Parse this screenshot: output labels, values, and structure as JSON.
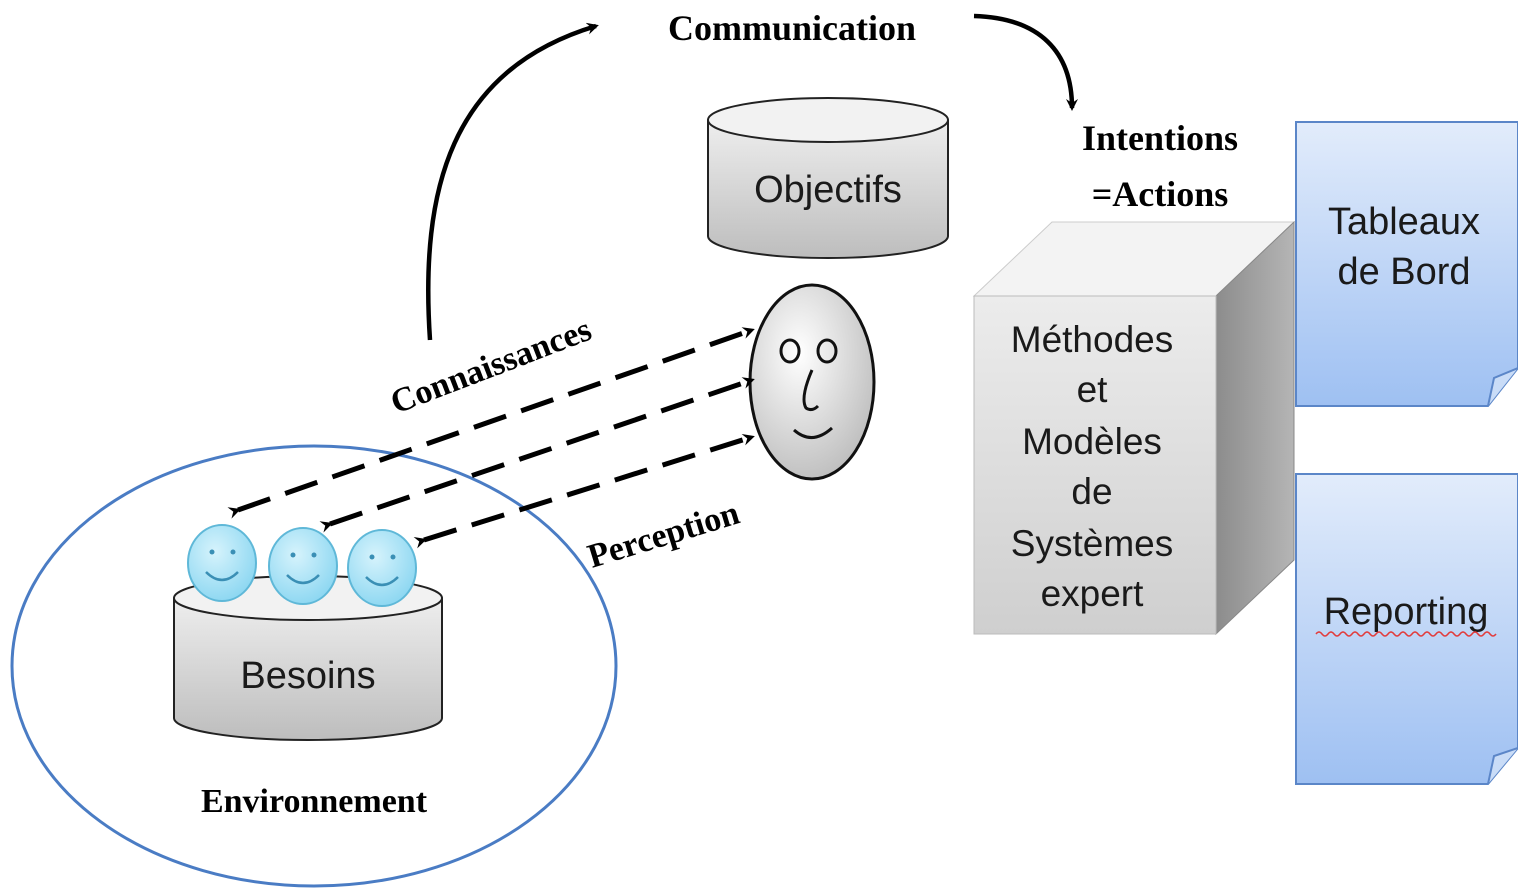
{
  "labels": {
    "communication": "Communication",
    "intentions_line1": "Intentions",
    "intentions_line2": "=Actions",
    "objectifs": "Objectifs",
    "connaissances": "Connaissances",
    "perception": "Perception",
    "besoins": "Besoins",
    "environnement": "Environnement",
    "tableaux_line1": "Tableaux",
    "tableaux_line2": "de Bord",
    "reporting": "Reporting",
    "methodes_lines": [
      "Méthodes",
      "et",
      "Modèles",
      "de",
      "Systèmes",
      "expert"
    ]
  },
  "colors": {
    "ellipse_stroke": "#4a7cc4",
    "doc_fill_top": "#dbe7fa",
    "doc_fill_bottom": "#9dbdf0",
    "doc_stroke": "#5b86c8",
    "face_fill": "#a9e3f7",
    "face_stroke": "#5fb8d8",
    "cylinder_fill": "#d6d6d6",
    "cube_front": "#dcdcdc",
    "cube_side": "#9a9a9a",
    "cube_top": "#f2f2f2"
  }
}
